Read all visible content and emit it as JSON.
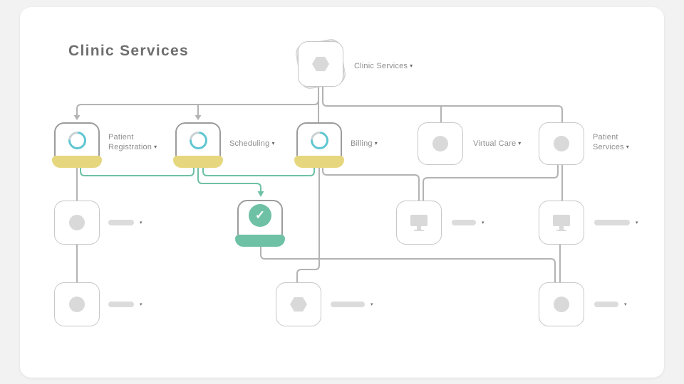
{
  "title": "Clinic Services",
  "caret": "▾",
  "nodes": {
    "root": {
      "label": "Clinic Services",
      "icon": "hexagon-icon",
      "state": "stacked"
    },
    "patient_registration": {
      "label": "Patient Registration",
      "icon": "progress-spinner-icon",
      "state": "in-progress-yellow"
    },
    "scheduling": {
      "label": "Scheduling",
      "icon": "progress-spinner-icon",
      "state": "in-progress-yellow"
    },
    "billing": {
      "label": "Billing",
      "icon": "progress-spinner-icon",
      "state": "in-progress-yellow"
    },
    "virtual_care": {
      "label": "Virtual Care",
      "icon": "circle-icon",
      "state": "default"
    },
    "patient_services": {
      "label": "Patient Services",
      "icon": "circle-icon",
      "state": "default"
    },
    "completed": {
      "label": "",
      "icon": "check-circle-icon",
      "state": "done-green"
    },
    "placeholder_row3_left": {
      "label": "",
      "icon": "circle-icon",
      "state": "default"
    },
    "placeholder_monitor_1": {
      "label": "",
      "icon": "monitor-icon",
      "state": "default"
    },
    "placeholder_monitor_2": {
      "label": "",
      "icon": "monitor-icon",
      "state": "default"
    },
    "placeholder_row4_left": {
      "label": "",
      "icon": "circle-icon",
      "state": "default"
    },
    "placeholder_row4_center": {
      "label": "",
      "icon": "hexagon-icon",
      "state": "default"
    },
    "placeholder_row4_right": {
      "label": "",
      "icon": "circle-icon",
      "state": "default"
    }
  },
  "icons": {
    "check_glyph": "✓"
  },
  "colors": {
    "accent_yellow": "#e6d77e",
    "accent_teal": "#5fc6d2",
    "accent_green": "#6ec1a4",
    "connector_gray": "#b3b3b3",
    "icon_gray": "#d9d9d9"
  }
}
